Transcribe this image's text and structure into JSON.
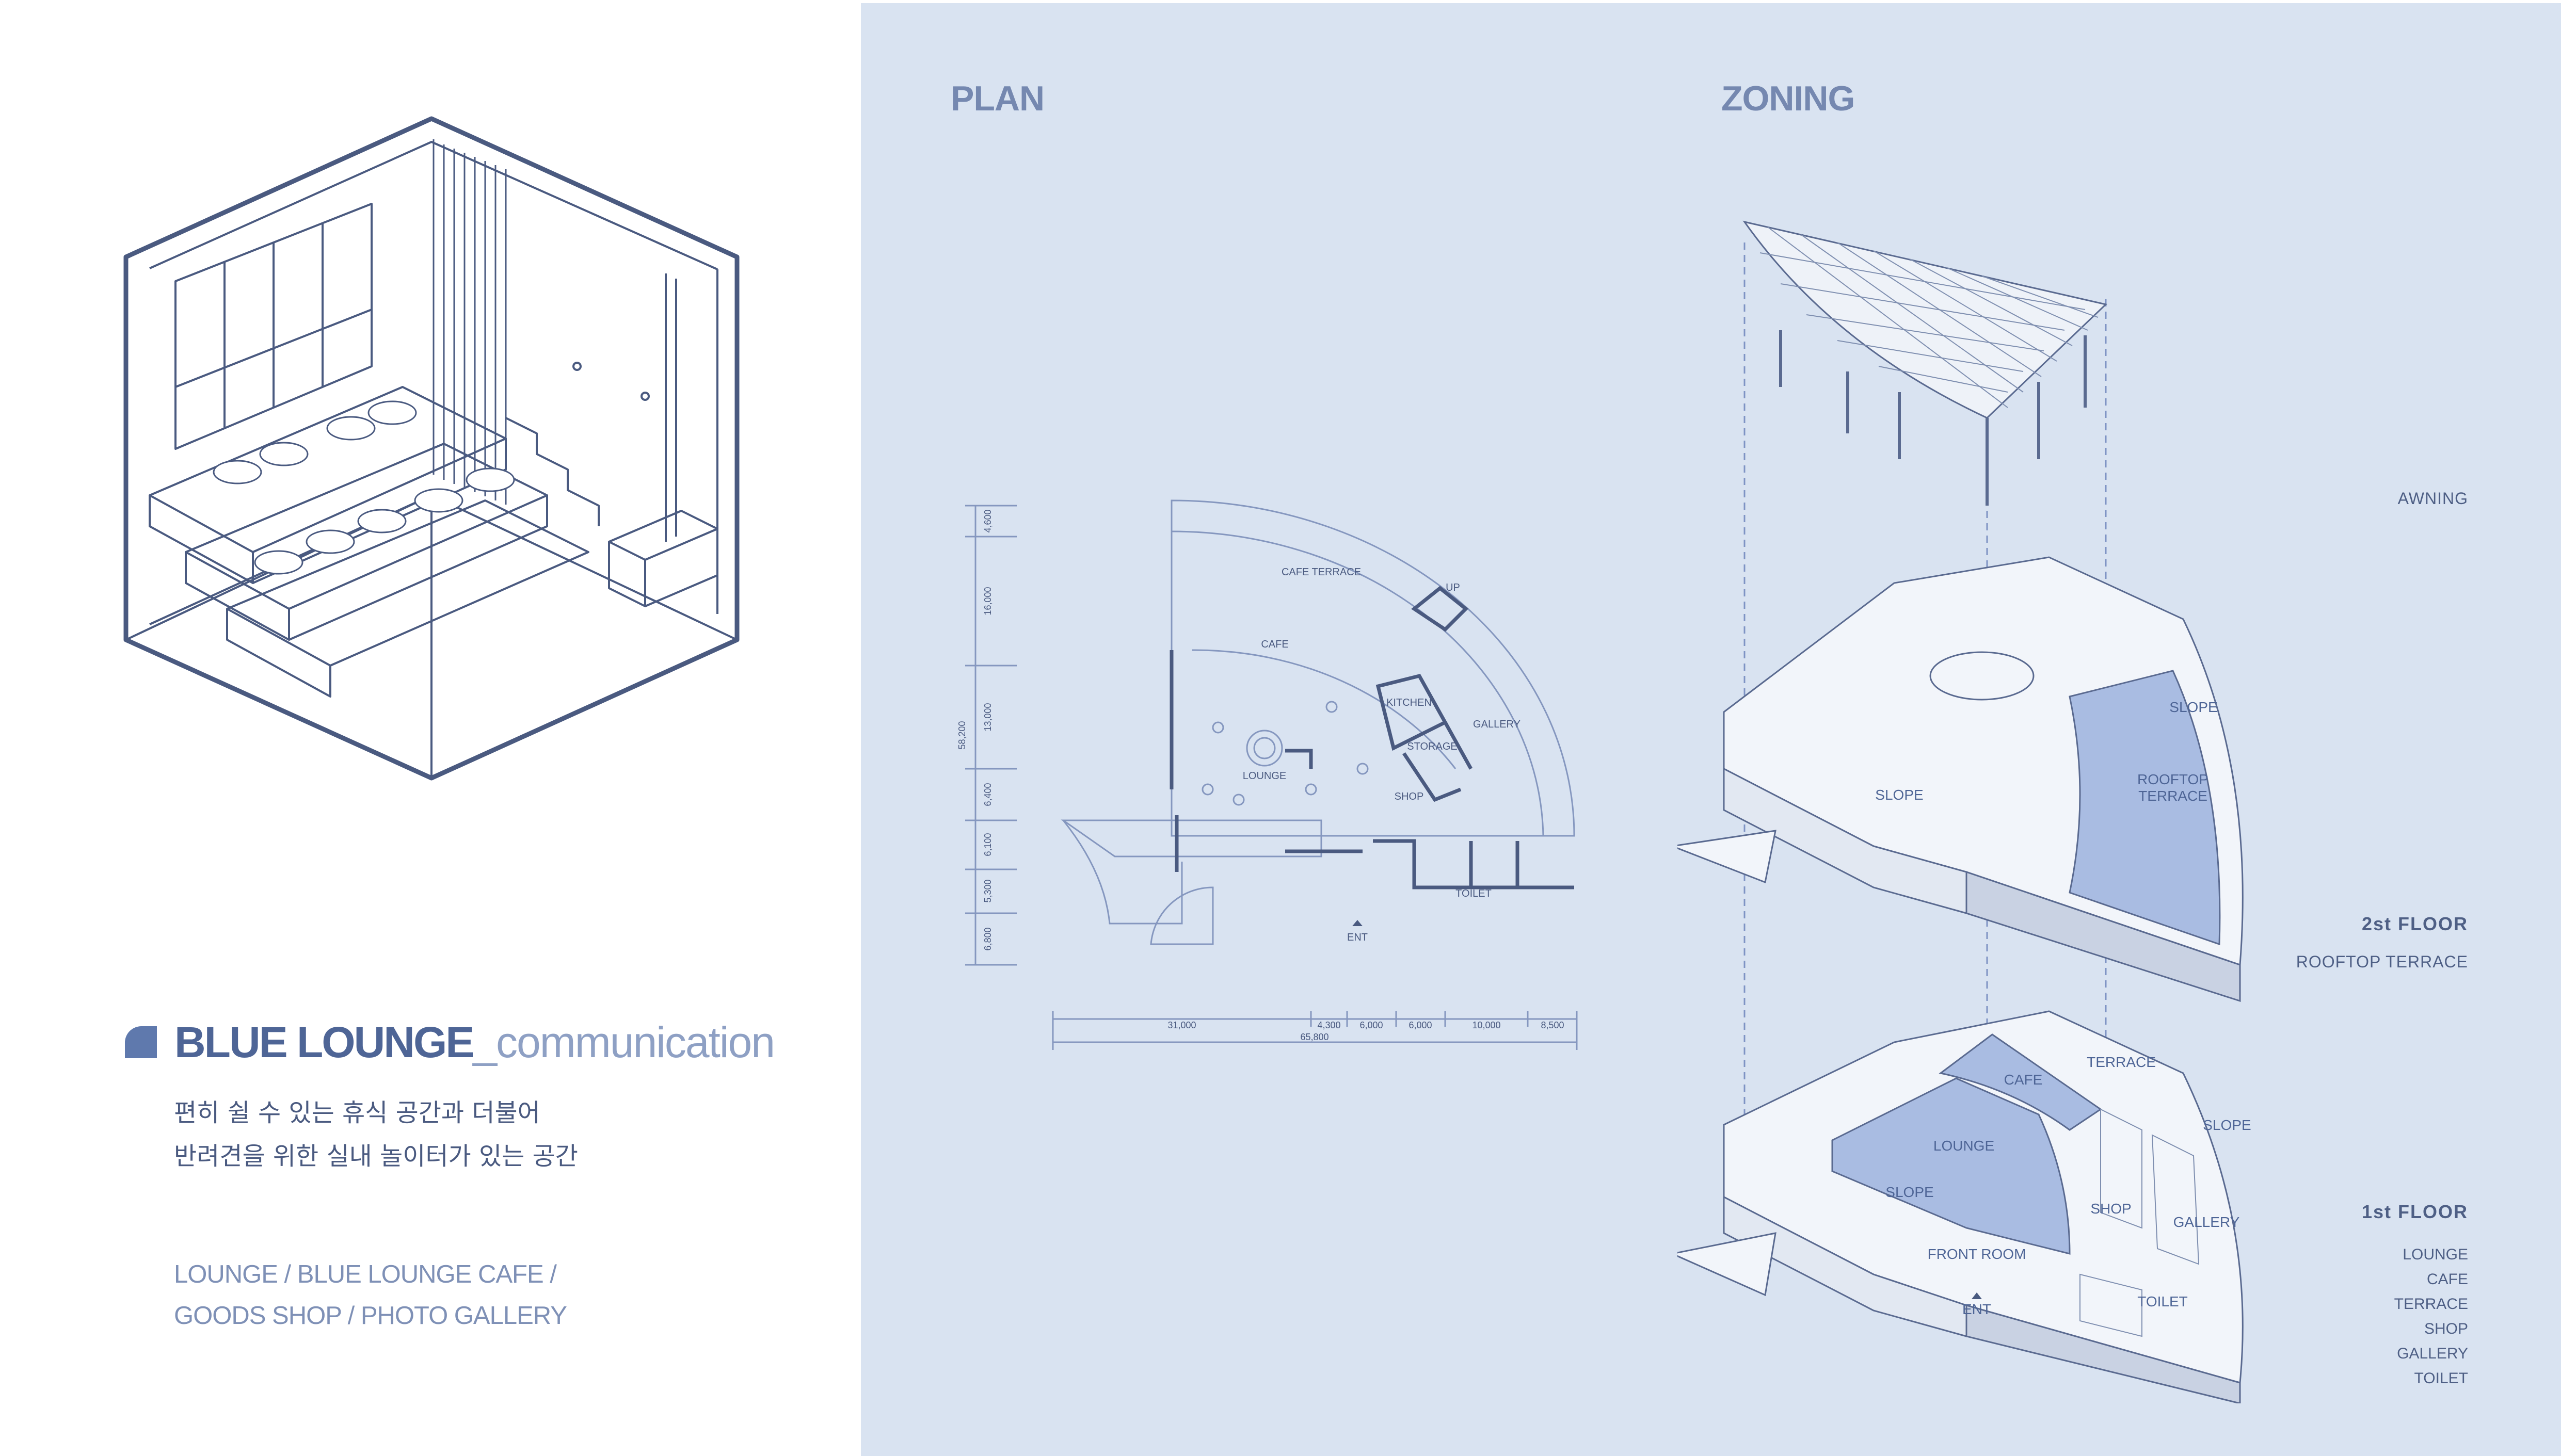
{
  "left": {
    "title_main": "BLUE LOUNGE",
    "title_sub": "_communication",
    "description": [
      "편히 쉴 수 있는 휴식 공간과 더불어",
      "반려견을 위한 실내 놀이터가 있는 공간"
    ],
    "programs": [
      "LOUNGE / BLUE LOUNGE CAFE /",
      "GOODS SHOP / PHOTO GALLERY"
    ]
  },
  "plan": {
    "title": "PLAN",
    "rooms": {
      "cafe_terrace": "CAFE TERRACE",
      "up": "UP",
      "cafe": "CAFE",
      "kitchen": "KITCHEN",
      "gallery": "GALLERY",
      "storage": "STORAGE",
      "lounge": "LOUNGE",
      "shop": "SHOP",
      "toilet": "TOILET",
      "ent": "ENT"
    },
    "vertical_dims": [
      "4,600",
      "16,000",
      "13,000",
      "6,400",
      "6,100",
      "5,300",
      "6,800"
    ],
    "vertical_total": "58,200",
    "horizontal_dims": [
      "31,000",
      "4,300",
      "6,000",
      "6,000",
      "10,000",
      "8,500"
    ],
    "horizontal_total": "65,800"
  },
  "zoning": {
    "title": "ZONING",
    "awning": "AWNING",
    "floor2": "2st FLOOR",
    "floor2_programs": "ROOFTOP TERRACE",
    "floor1": "1st FLOOR",
    "floor1_programs": [
      "LOUNGE",
      "CAFE",
      "TERRACE",
      "SHOP",
      "GALLERY",
      "TOILET"
    ],
    "labels2": {
      "slope_left": "SLOPE",
      "slope_right": "SLOPE",
      "rooftop_1": "ROOFTOP",
      "rooftop_2": "TERRACE"
    },
    "labels1": {
      "cafe": "CAFE",
      "terrace": "TERRACE",
      "slope_right": "SLOPE",
      "lounge": "LOUNGE",
      "slope_left": "SLOPE",
      "shop": "SHOP",
      "gallery": "GALLERY",
      "front_room": "FRONT ROOM",
      "toilet": "TOILET",
      "ent": "ENT"
    }
  },
  "colors": {
    "panel_bg": "#d9e3f1",
    "line_dark": "#4a5a80",
    "highlight_zone": "#a9bce2"
  }
}
